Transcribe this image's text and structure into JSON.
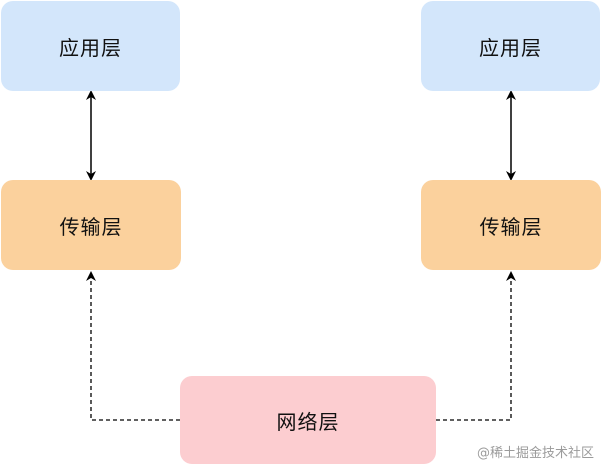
{
  "nodes": {
    "app_left": "应用层",
    "app_right": "应用层",
    "transport_left": "传输层",
    "transport_right": "传输层",
    "network": "网络层"
  },
  "colors": {
    "app": "#d3e6fb",
    "transport": "#fbd19d",
    "network": "#fccdd0",
    "edge": "#000000"
  },
  "watermark": "@稀土掘金技术社区"
}
